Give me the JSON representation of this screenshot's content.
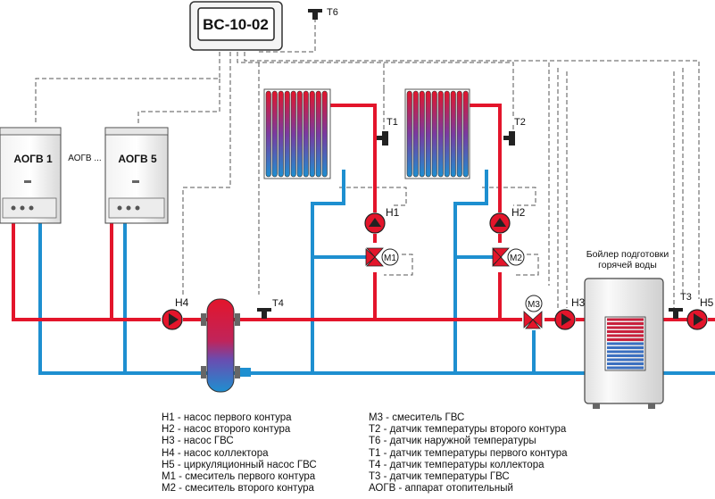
{
  "controller": {
    "label": "BC-10-02"
  },
  "boilers": [
    {
      "label": "АОГВ 1"
    },
    {
      "label": "АОГВ ..."
    },
    {
      "label": "АОГВ 5"
    }
  ],
  "pumps": {
    "h1": "Н1",
    "h2": "Н2",
    "h3": "Н3",
    "h4": "Н4",
    "h5": "Н5"
  },
  "mixers": {
    "m1": "М1",
    "m2": "М2",
    "m3": "М3"
  },
  "sensors": {
    "t1": "Т1",
    "t2": "Т2",
    "t3": "Т3",
    "t4": "Т4",
    "t6": "Т6"
  },
  "water_heater": {
    "line1": "Бойлер подготовки",
    "line2": "горячей воды"
  },
  "legend_left": [
    "Н1 - насос первого контура",
    "Н2 - насос второго контура",
    "Н3 - насос ГВС",
    "Н4 - насос коллектора",
    "Н5 - циркуляционный насос ГВС",
    "М1 - смеситель первого контура",
    "М2 - смеситель второго контура"
  ],
  "legend_right": [
    "М3 - смеситель ГВС",
    "Т2 - датчик температуры второго контура",
    "Т6 - датчик наружной температуры",
    "Т1 - датчик температуры первого контура",
    "Т4 - датчик температуры коллектора",
    "Т3 - датчик температуры ГВС",
    "АОГВ - аппарат отопительный"
  ],
  "colors": {
    "supply": "#e3152b",
    "return": "#1e8fd0",
    "control": "#555555"
  }
}
